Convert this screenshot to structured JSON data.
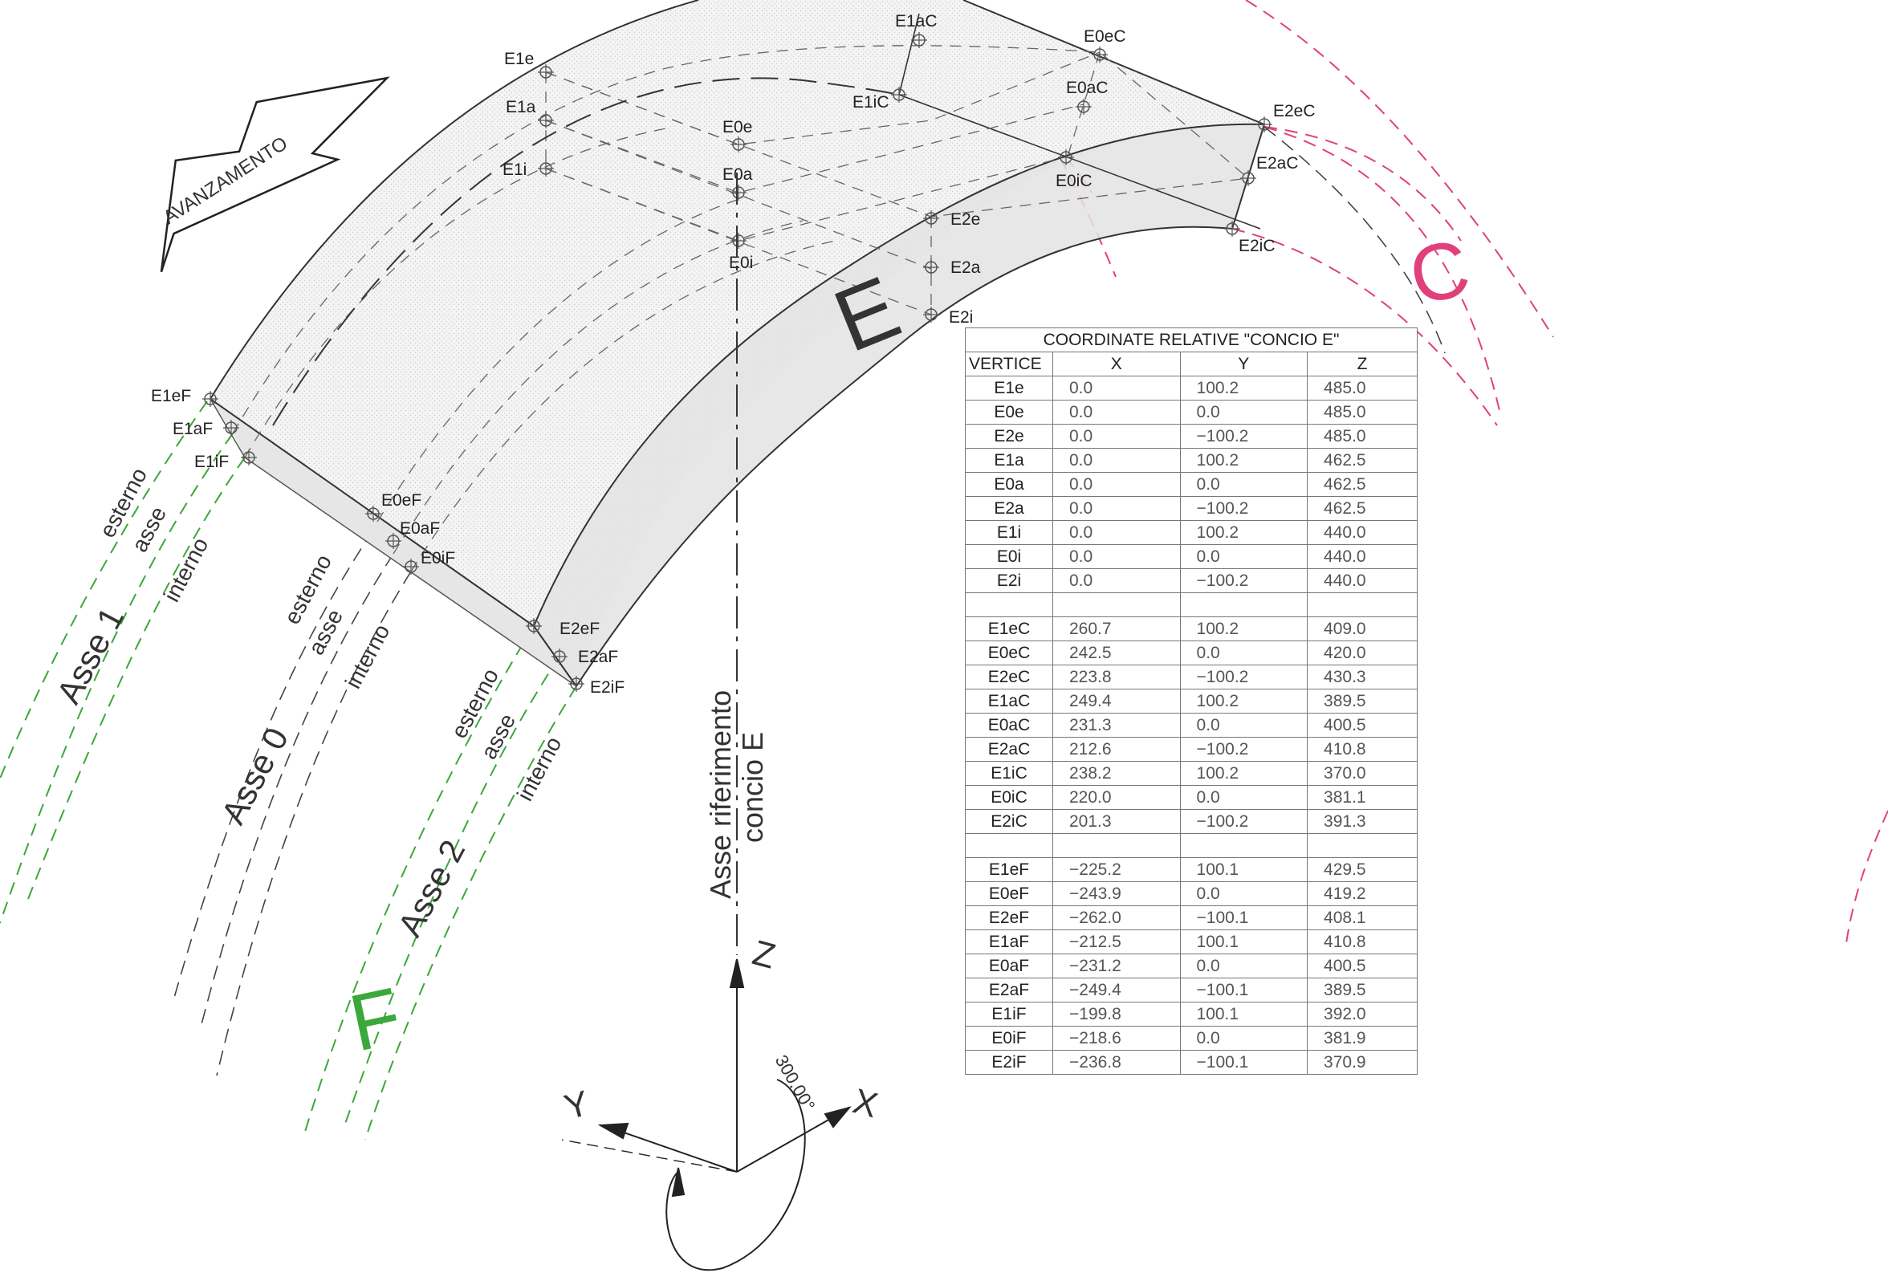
{
  "arrow_label": "AVANZAMENTO",
  "segment_labels": {
    "main": "E",
    "c": "C",
    "f": "F"
  },
  "vertex_labels": {
    "E1e": "E1e",
    "E1a": "E1a",
    "E1i": "E1i",
    "E0e": "E0e",
    "E0a": "E0a",
    "E0i": "E0i",
    "E2e": "E2e",
    "E2a": "E2a",
    "E2i": "E2i",
    "E1aC": "E1aC",
    "E0eC": "E0eC",
    "E1iC": "E1iC",
    "E0aC": "E0aC",
    "E2eC": "E2eC",
    "E2aC": "E2aC",
    "E0iC": "E0iC",
    "E2iC": "E2iC",
    "E1eF": "E1eF",
    "E1aF": "E1aF",
    "E1iF": "E1iF",
    "E0eF": "E0eF",
    "E0aF": "E0aF",
    "E0iF": "E0iF",
    "E2eF": "E2eF",
    "E2aF": "E2aF",
    "E2iF": "E2iF"
  },
  "axis_labels": {
    "asse1": "Asse 1",
    "asse0": "Asse 0",
    "asse2": "Asse 2",
    "esterno": "esterno",
    "interno": "interno",
    "asse": "asse",
    "ref_line1": "Asse riferimento",
    "ref_line2": "concio E"
  },
  "axes": {
    "z": "Z",
    "y": "Y",
    "x": "X",
    "rotation": "300,00°"
  },
  "colors": {
    "green": "#3aa83a",
    "magenta": "#e0407a",
    "line": "#333333"
  },
  "table": {
    "title": "COORDINATE RELATIVE \"CONCIO E\"",
    "headers": [
      "VERTICE",
      "X",
      "Y",
      "Z"
    ],
    "groups": [
      [
        [
          "E1e",
          "0.0",
          "100.2",
          "485.0"
        ],
        [
          "E0e",
          "0.0",
          "0.0",
          "485.0"
        ],
        [
          "E2e",
          "0.0",
          "−100.2",
          "485.0"
        ],
        [
          "E1a",
          "0.0",
          "100.2",
          "462.5"
        ],
        [
          "E0a",
          "0.0",
          "0.0",
          "462.5"
        ],
        [
          "E2a",
          "0.0",
          "−100.2",
          "462.5"
        ],
        [
          "E1i",
          "0.0",
          "100.2",
          "440.0"
        ],
        [
          "E0i",
          "0.0",
          "0.0",
          "440.0"
        ],
        [
          "E2i",
          "0.0",
          "−100.2",
          "440.0"
        ]
      ],
      [
        [
          "E1eC",
          "260.7",
          "100.2",
          "409.0"
        ],
        [
          "E0eC",
          "242.5",
          "0.0",
          "420.0"
        ],
        [
          "E2eC",
          "223.8",
          "−100.2",
          "430.3"
        ],
        [
          "E1aC",
          "249.4",
          "100.2",
          "389.5"
        ],
        [
          "E0aC",
          "231.3",
          "0.0",
          "400.5"
        ],
        [
          "E2aC",
          "212.6",
          "−100.2",
          "410.8"
        ],
        [
          "E1iC",
          "238.2",
          "100.2",
          "370.0"
        ],
        [
          "E0iC",
          "220.0",
          "0.0",
          "381.1"
        ],
        [
          "E2iC",
          "201.3",
          "−100.2",
          "391.3"
        ]
      ],
      [
        [
          "E1eF",
          "−225.2",
          "100.1",
          "429.5"
        ],
        [
          "E0eF",
          "−243.9",
          "0.0",
          "419.2"
        ],
        [
          "E2eF",
          "−262.0",
          "−100.1",
          "408.1"
        ],
        [
          "E1aF",
          "−212.5",
          "100.1",
          "410.8"
        ],
        [
          "E0aF",
          "−231.2",
          "0.0",
          "400.5"
        ],
        [
          "E2aF",
          "−249.4",
          "−100.1",
          "389.5"
        ],
        [
          "E1iF",
          "−199.8",
          "100.1",
          "392.0"
        ],
        [
          "E0iF",
          "−218.6",
          "0.0",
          "381.9"
        ],
        [
          "E2iF",
          "−236.8",
          "−100.1",
          "370.9"
        ]
      ]
    ]
  }
}
